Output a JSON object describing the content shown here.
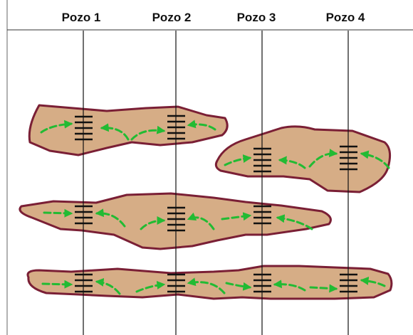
{
  "header": {
    "wells": [
      {
        "label": "Pozo 1"
      },
      {
        "label": "Pozo 2"
      },
      {
        "label": "Pozo 3"
      },
      {
        "label": "Pozo 4"
      }
    ]
  },
  "colors": {
    "reservoir_fill": "#d6ad86",
    "reservoir_outline": "#7a1f35",
    "flow_arrow": "#22bb33",
    "well_line": "#111111",
    "perforation": "#111111",
    "border": "#666666"
  },
  "icons": {
    "flow": "curved-arrow-icon",
    "perforation": "perforation-ticks-icon"
  }
}
